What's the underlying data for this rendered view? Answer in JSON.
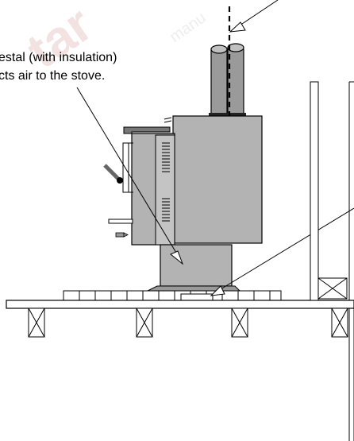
{
  "caption": {
    "line1": "estal (with insulation)",
    "line2": "cts air to the stove."
  },
  "watermark": {
    "main": "tar",
    "small": "manu"
  },
  "colors": {
    "stove_gray": "#b3b3b3",
    "pipe_gray": "#9a9a9a",
    "outline": "#000000",
    "collar": "#333333",
    "watermark": "#f2e2e2"
  }
}
